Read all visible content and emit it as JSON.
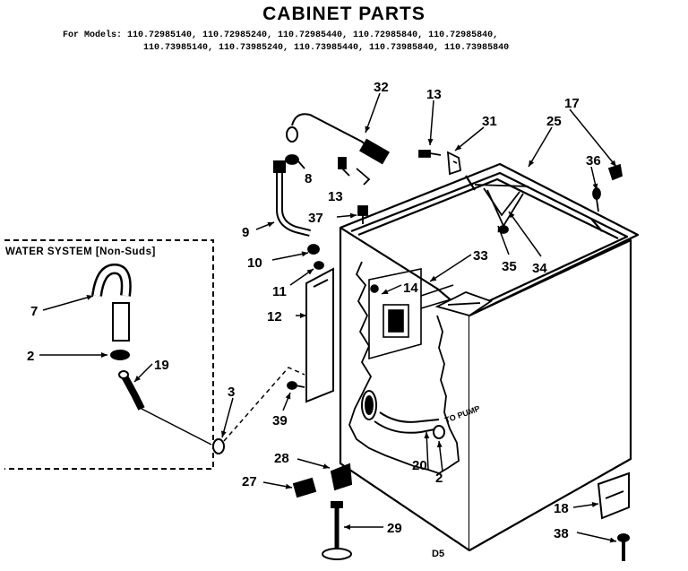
{
  "title": "CABINET PARTS",
  "models_line1": "For Models: 110.72985140, 110.72985240, 110.72985440, 110.72985840, 110.72985840,",
  "models_line2": "110.73985140, 110.73985240, 110.73985440, 110.73985840, 110.73985840",
  "water_system_title": "WATER SYSTEM [Non-Suds]",
  "to_pump_label": "TO PUMP",
  "page_code": "D5",
  "callouts": {
    "c32": "32",
    "c13a": "13",
    "c31": "31",
    "c17": "17",
    "c25": "25",
    "c8": "8",
    "c13b": "13",
    "c36": "36",
    "c37": "37",
    "c9": "9",
    "c33": "33",
    "c35": "35",
    "c34": "34",
    "c10": "10",
    "c11": "11",
    "c14": "14",
    "c12": "12",
    "c7": "7",
    "c2a": "2",
    "c19": "19",
    "c3": "3",
    "c39": "39",
    "c20": "20",
    "c2b": "2",
    "c28": "28",
    "c27": "27",
    "c29": "29",
    "c18": "18",
    "c38": "38"
  }
}
